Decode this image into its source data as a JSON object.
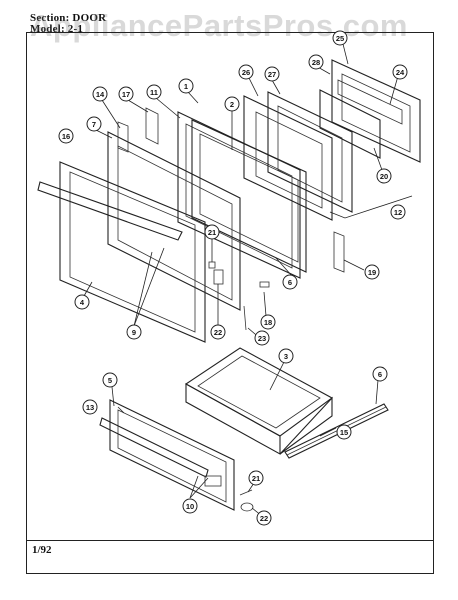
{
  "header": {
    "section": "Section:  DOOR",
    "model": "Model: 2-1"
  },
  "footer": {
    "date": "1/92"
  },
  "watermark": "AppliancePartsPros.com",
  "callouts": [
    "1",
    "2",
    "3",
    "4",
    "5",
    "6",
    "6",
    "7",
    "9",
    "10",
    "11",
    "12",
    "13",
    "14",
    "15",
    "16",
    "17",
    "18",
    "19",
    "20",
    "21",
    "21",
    "22",
    "22",
    "23",
    "24",
    "25",
    "26",
    "27",
    "28"
  ]
}
